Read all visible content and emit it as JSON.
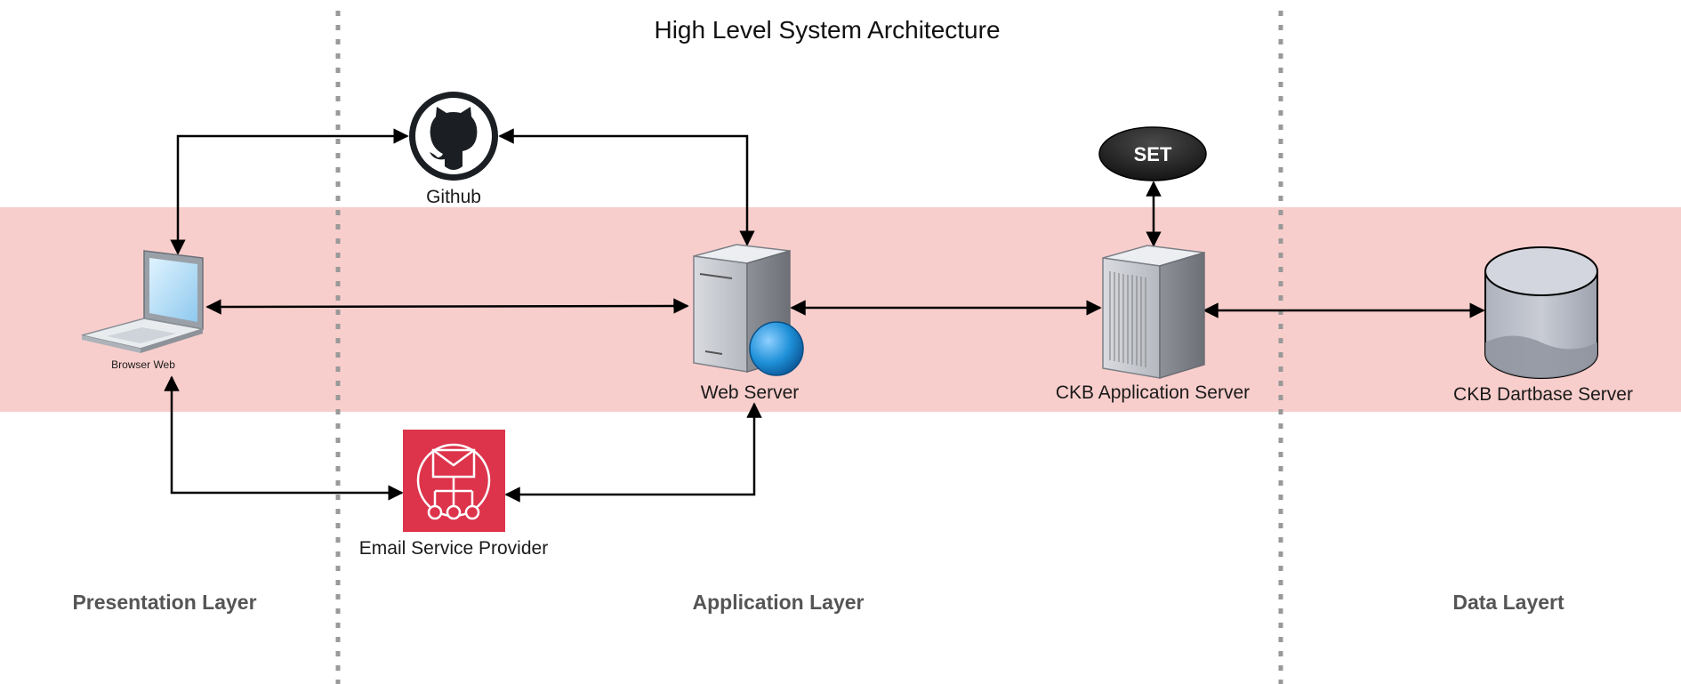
{
  "title": "High Level System Architecture",
  "nodes": {
    "github": {
      "label": "Github",
      "icon": "github-icon"
    },
    "browser": {
      "label": "Browser Web",
      "icon": "laptop-icon"
    },
    "web_server": {
      "label": "Web Server",
      "icon": "web-server-icon"
    },
    "app_server": {
      "label": "CKB Application Server",
      "icon": "server-tower-icon"
    },
    "db_server": {
      "label": "CKB Dartbase Server",
      "icon": "database-cylinder-icon"
    },
    "email": {
      "label": "Email Service Provider",
      "icon": "email-service-icon"
    },
    "set": {
      "label": "SET",
      "icon": "set-ellipse"
    }
  },
  "layers": {
    "presentation": "Presentation Layer",
    "application": "Application Layer",
    "data": "Data Layert"
  },
  "colors": {
    "band": "#f8cecc",
    "divider": "#999999",
    "arrow": "#000000",
    "email_bg": "#dd344c",
    "set_bg": "#1a1a1a",
    "github_bg": "#1b1f23",
    "globe": "#1e90d8"
  },
  "connections": [
    [
      "browser",
      "github"
    ],
    [
      "web_server",
      "github"
    ],
    [
      "browser",
      "web_server"
    ],
    [
      "web_server",
      "app_server"
    ],
    [
      "app_server",
      "set"
    ],
    [
      "app_server",
      "db_server"
    ],
    [
      "browser",
      "email"
    ],
    [
      "web_server",
      "email"
    ]
  ]
}
